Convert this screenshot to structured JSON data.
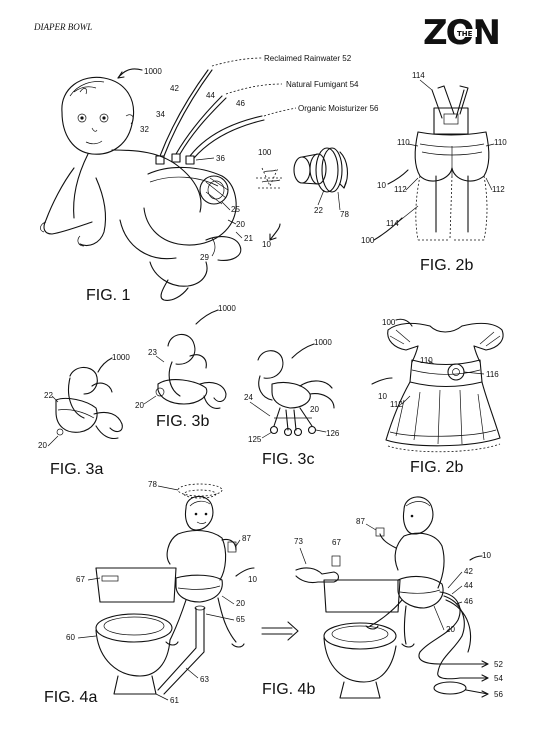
{
  "header": {
    "title": "DIAPER BOWL",
    "logo_text": "ZON",
    "logo_small": "THE"
  },
  "figures": {
    "fig1": "FIG. 1",
    "fig2b_top": "FIG. 2b",
    "fig3a": "FIG. 3a",
    "fig3b": "FIG. 3b",
    "fig3c": "FIG. 3c",
    "fig2b_bottom": "FIG. 2b",
    "fig4a": "FIG. 4a",
    "fig4b": "FIG. 4b"
  },
  "callouts": {
    "reclaimed": "Reclaimed Rainwater 52",
    "fumigant": "Natural Fumigant 54",
    "moisturizer": "Organic Moisturizer 56"
  },
  "refs": {
    "r1000a": "1000",
    "r42a": "42",
    "r44a": "44",
    "r46a": "46",
    "r34": "34",
    "r32": "32",
    "r36": "36",
    "r25": "25",
    "r20a": "20",
    "r21": "21",
    "r29": "29",
    "r10a": "10",
    "r100a": "100",
    "r22a": "22",
    "r78a": "78",
    "r114a": "114",
    "r110a": "110",
    "r110b": "110",
    "r112a": "112",
    "r112b": "112",
    "r10b": "10",
    "r114b": "114",
    "r100b": "100",
    "r1000b": "1000",
    "r22b": "22",
    "r20b": "20",
    "r1000c": "1000",
    "r23": "23",
    "r20c": "20",
    "r1000d": "1000",
    "r24": "24",
    "r20d": "20",
    "r125": "125",
    "r126": "126",
    "r100c": "100",
    "r110c": "110",
    "r116": "116",
    "r10c": "10",
    "r112c": "112",
    "r78b": "78",
    "r87a": "87",
    "r67a": "67",
    "r10d": "10",
    "r60": "60",
    "r20e": "20",
    "r65": "65",
    "r63": "63",
    "r61": "61",
    "r87b": "87",
    "r73": "73",
    "r67b": "67",
    "r10e": "10",
    "r42b": "42",
    "r44b": "44",
    "r46b": "46",
    "r20f": "20",
    "r52": "52",
    "r54": "54",
    "r56": "56"
  }
}
